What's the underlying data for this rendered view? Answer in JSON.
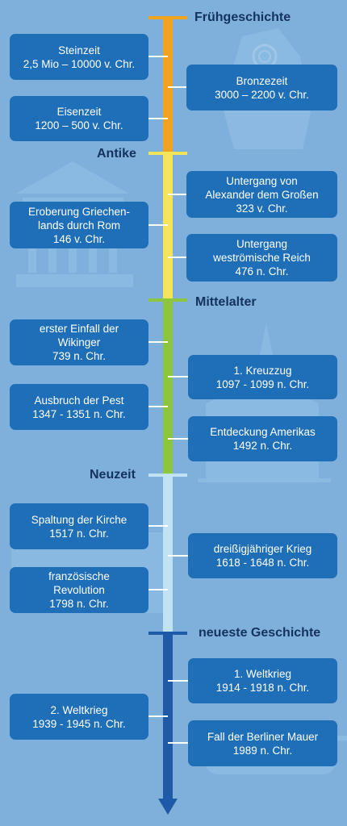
{
  "colors": {
    "background": "#7fb0dc",
    "box": "#1e6fb7",
    "box_text": "#ffffff",
    "era_text": "#14325e",
    "tick": "#ffffff",
    "period_fruehgeschichte": "#f1a21f",
    "period_antike": "#f5e35a",
    "period_mittelalter": "#8cc63f",
    "period_neuzeit": "#bfe3f5",
    "period_neueste": "#1e5aa8"
  },
  "eras": {
    "fruehgeschichte": "Frühgeschichte",
    "antike": "Antike",
    "mittelalter": "Mittelalter",
    "neuzeit": "Neuzeit",
    "neueste": "neueste Geschichte"
  },
  "events": {
    "steinzeit": {
      "l1": "Steinzeit",
      "l2": "2,5 Mio – 10000 v. Chr."
    },
    "bronzezeit": {
      "l1": "Bronzezeit",
      "l2": "3000 – 2200 v. Chr."
    },
    "eisenzeit": {
      "l1": "Eisenzeit",
      "l2": "1200 – 500 v. Chr."
    },
    "alexander": {
      "l1": "Untergang von",
      "l2": "Alexander dem Großen",
      "l3": "323 v. Chr."
    },
    "griechenland": {
      "l1": "Eroberung Griechen-",
      "l2": "lands durch Rom",
      "l3": "146 v. Chr."
    },
    "westrom": {
      "l1": "Untergang",
      "l2": "weströmische Reich",
      "l3": "476 n. Chr."
    },
    "wikinger": {
      "l1": "erster Einfall der",
      "l2": "Wikinger",
      "l3": "739 n. Chr."
    },
    "kreuzzug": {
      "l1": "1. Kreuzzug",
      "l2": "1097 - 1099 n. Chr."
    },
    "pest": {
      "l1": "Ausbruch der Pest",
      "l2": "1347 - 1351 n. Chr."
    },
    "amerika": {
      "l1": "Entdeckung Amerikas",
      "l2": "1492 n. Chr."
    },
    "kirche": {
      "l1": "Spaltung der Kirche",
      "l2": "1517 n. Chr."
    },
    "dreissig": {
      "l1": "dreißigjähriger Krieg",
      "l2": "1618 - 1648 n. Chr."
    },
    "revolution": {
      "l1": "französische",
      "l2": "Revolution",
      "l3": "1798 n. Chr."
    },
    "weltkrieg1": {
      "l1": "1. Weltkrieg",
      "l2": "1914 - 1918 n. Chr."
    },
    "weltkrieg2": {
      "l1": "2. Weltkrieg",
      "l2": "1939 - 1945 n. Chr."
    },
    "mauer": {
      "l1": "Fall der Berliner Mauer",
      "l2": "1989 n. Chr."
    }
  }
}
